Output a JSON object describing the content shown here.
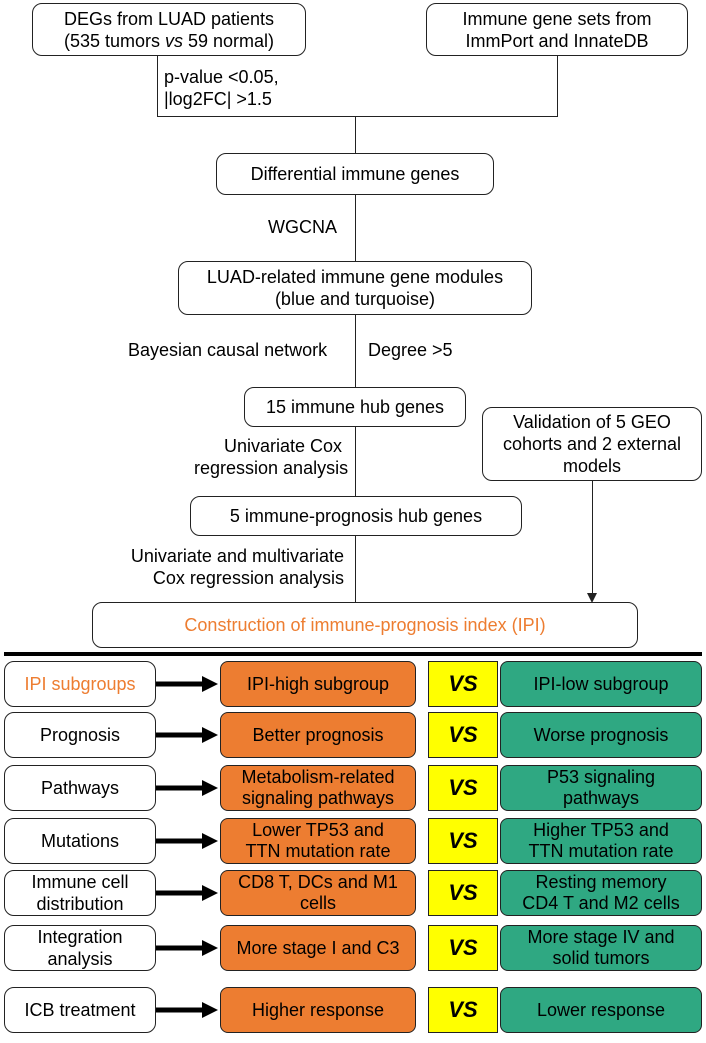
{
  "flow": {
    "degs": {
      "line1": "DEGs from LUAD patients",
      "line2_a": "(535 tumors ",
      "line2_vs": "vs",
      "line2_b": " 59 normal)"
    },
    "immune_sets": {
      "line1": "Immune gene sets from",
      "line2": "ImmPort and InnateDB"
    },
    "filter": {
      "line1": "p-value <0.05,",
      "line2": "|log2FC| >1.5"
    },
    "diff_genes": "Differential immune genes",
    "wgcna": "WGCNA",
    "modules": {
      "line1": "LUAD-related immune gene modules",
      "line2": "(blue and turquoise)"
    },
    "bayes": "Bayesian causal network",
    "degree": "Degree >5",
    "hub15": "15 immune hub genes",
    "validation": {
      "line1": "Validation of 5 GEO",
      "line2": "cohorts and 2 external",
      "line3": "models"
    },
    "uni_cox": {
      "line1": "Univariate Cox",
      "line2": "regression analysis"
    },
    "hub5": "5 immune-prognosis hub genes",
    "multi_cox": {
      "line1": "Univariate and multivariate",
      "line2": "Cox regression analysis"
    },
    "ipi": "Construction of immune-prognosis index (IPI)"
  },
  "comparison": {
    "vs_label": "VS",
    "colors": {
      "high": "#ED7D31",
      "low": "#2FA882",
      "vs": "#FFFF00",
      "accent_text": "#ED7D31"
    },
    "rows": [
      {
        "label": [
          "IPI subgroups"
        ],
        "high": [
          "IPI-high subgroup"
        ],
        "low": [
          "IPI-low subgroup"
        ]
      },
      {
        "label": [
          "Prognosis"
        ],
        "high": [
          "Better prognosis"
        ],
        "low": [
          "Worse prognosis"
        ]
      },
      {
        "label": [
          "Pathways"
        ],
        "high": [
          "Metabolism-related",
          "signaling pathways"
        ],
        "low": [
          "P53 signaling",
          "pathways"
        ]
      },
      {
        "label": [
          "Mutations"
        ],
        "high": [
          "Lower TP53 and",
          "TTN mutation rate"
        ],
        "low": [
          "Higher TP53 and",
          "TTN mutation rate"
        ]
      },
      {
        "label": [
          "Immune cell",
          "distribution"
        ],
        "high": [
          "CD8 T, DCs and M1",
          "cells"
        ],
        "low": [
          "Resting memory",
          "CD4 T and M2 cells"
        ]
      },
      {
        "label": [
          "Integration",
          "analysis"
        ],
        "high": [
          "More stage I and C3"
        ],
        "low": [
          "More stage IV and",
          "solid tumors"
        ]
      },
      {
        "label": [
          "ICB treatment"
        ],
        "high": [
          "Higher response"
        ],
        "low": [
          "Lower response"
        ]
      }
    ]
  }
}
